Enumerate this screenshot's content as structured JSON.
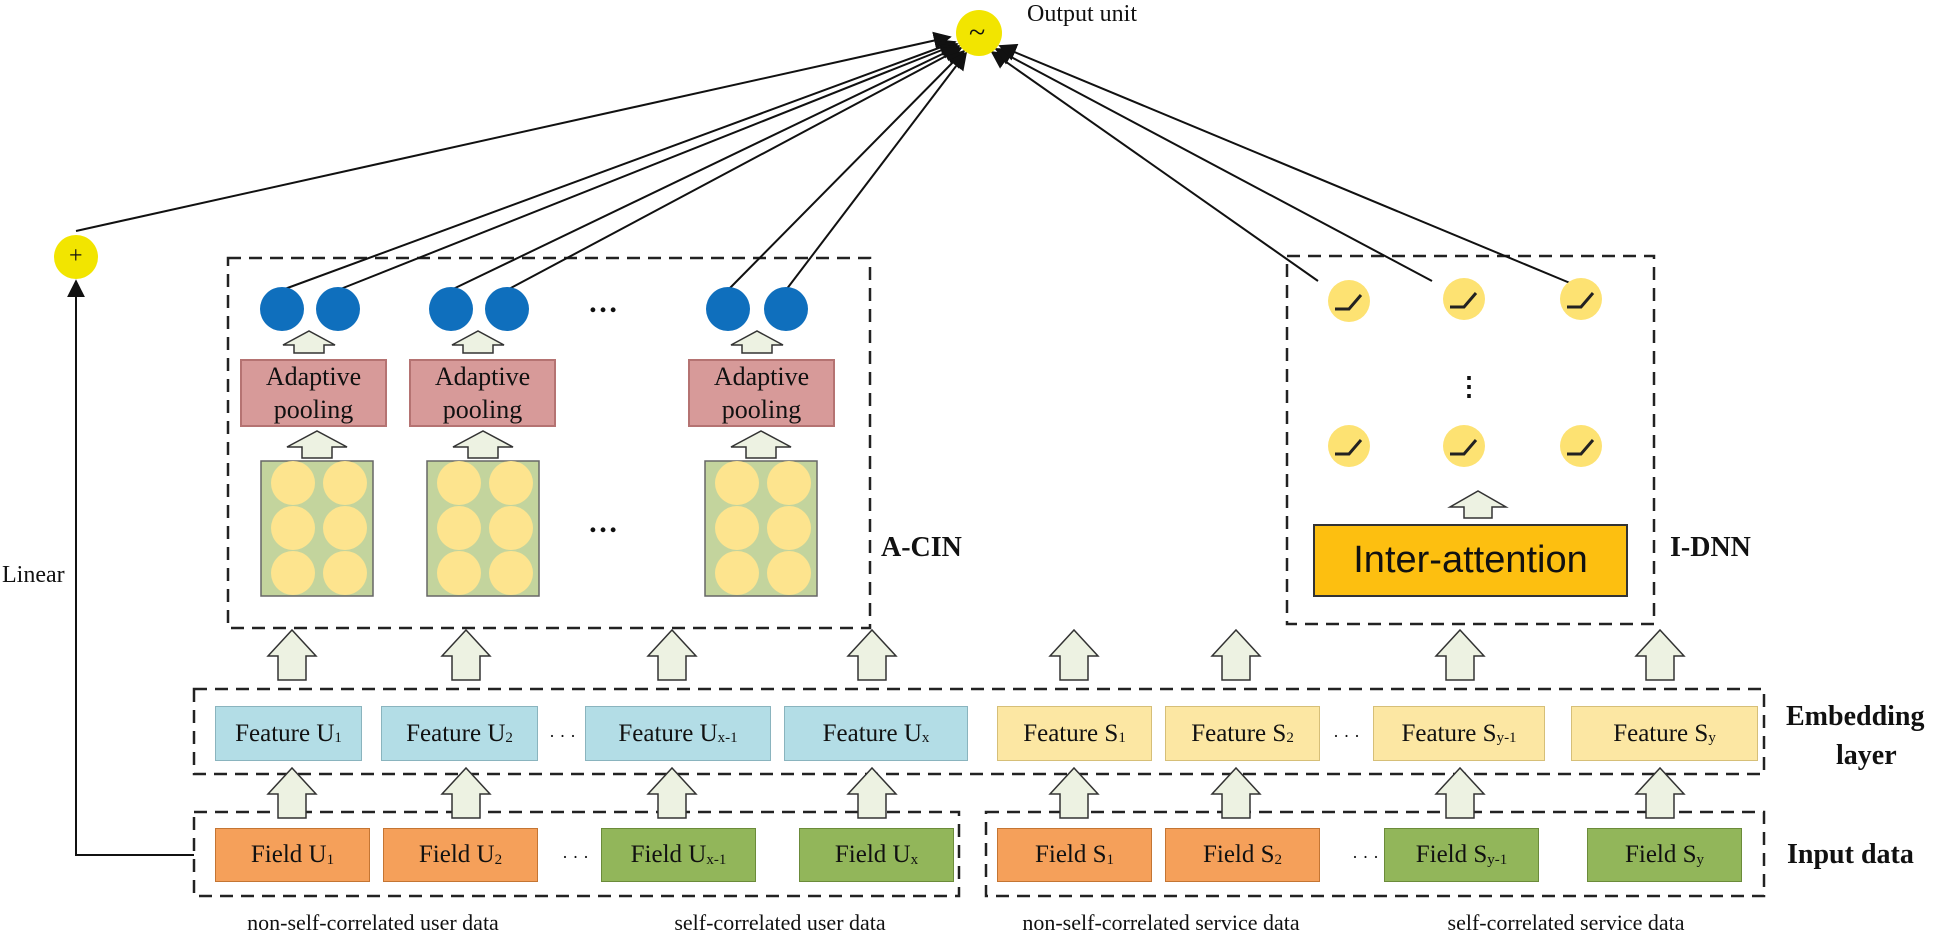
{
  "output_unit": {
    "label": "Output unit",
    "symbol": "~"
  },
  "adder": {
    "symbol": "+"
  },
  "linear_label": "Linear",
  "module_labels": {
    "acin": "A-CIN",
    "idnn": "I-DNN"
  },
  "layer_labels": {
    "embedding_line1": "Embedding",
    "embedding_line2": "layer",
    "input": "Input data"
  },
  "ellipsis": "…",
  "acin": {
    "pooling_line1": "Adaptive",
    "pooling_line2": "pooling",
    "pooling_count": 3
  },
  "idnn": {
    "inter_attention_label": "Inter-attention",
    "vertical_ellipsis": "⋮"
  },
  "embedding": {
    "user": [
      {
        "prefix": "Feature U",
        "sub": "1"
      },
      {
        "prefix": "Feature U",
        "sub": "2"
      },
      {
        "prefix": "Feature U",
        "sub": "x-1"
      },
      {
        "prefix": "Feature U",
        "sub": "x"
      }
    ],
    "service": [
      {
        "prefix": "Feature S",
        "sub": "1"
      },
      {
        "prefix": "Feature S",
        "sub": "2"
      },
      {
        "prefix": "Feature S",
        "sub": "y-1"
      },
      {
        "prefix": "Feature S",
        "sub": "y"
      }
    ],
    "dots": "· · ·"
  },
  "input": {
    "user": [
      {
        "prefix": "Field U",
        "sub": "1",
        "color": "#f5a05a"
      },
      {
        "prefix": "Field U",
        "sub": "2",
        "color": "#f5a05a"
      },
      {
        "prefix": "Field U",
        "sub": "x-1",
        "color": "#92b65a"
      },
      {
        "prefix": "Field U",
        "sub": "x",
        "color": "#92b65a"
      }
    ],
    "service": [
      {
        "prefix": "Field S",
        "sub": "1",
        "color": "#f5a05a"
      },
      {
        "prefix": "Field S",
        "sub": "2",
        "color": "#f5a05a"
      },
      {
        "prefix": "Field S",
        "sub": "y-1",
        "color": "#92b65a"
      },
      {
        "prefix": "Field S",
        "sub": "y",
        "color": "#92b65a"
      }
    ],
    "dots": "· · ·"
  },
  "captions": [
    "non-self-correlated user data",
    "self-correlated user data",
    "non-self-correlated service data",
    "self-correlated service data"
  ],
  "colors": {
    "output_unit": "#f2e500",
    "blue_node": "#0f6fbd",
    "pool_fill": "#d79a99",
    "inter_attention": "#fdbf10",
    "feature_user": "#b3dde6",
    "feature_service": "#fce7a3",
    "field_orange": "#f5a05a",
    "field_green": "#92b65a",
    "arrow_fill": "#edf2e2",
    "relu_node": "#fde272"
  }
}
